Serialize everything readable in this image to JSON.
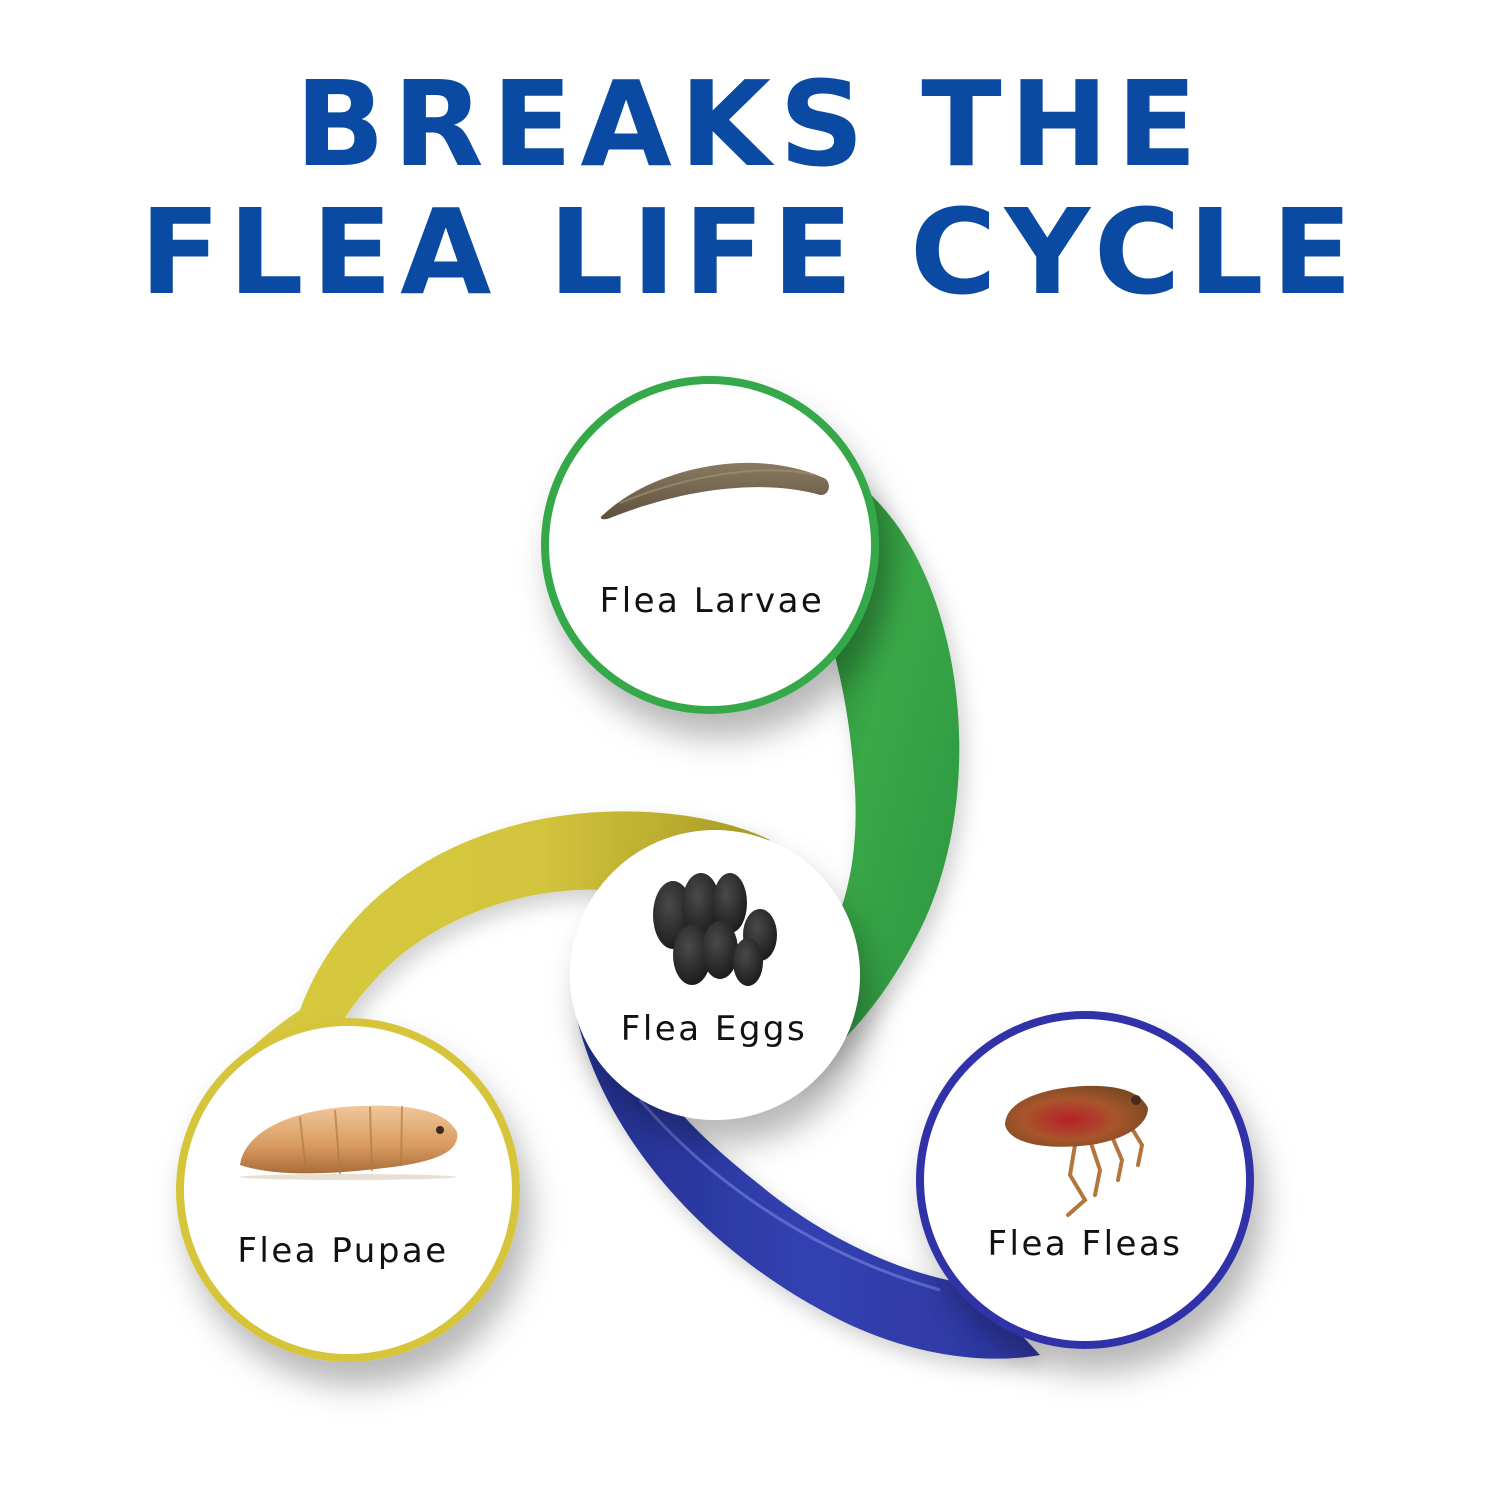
{
  "title": {
    "line1": "BREAKS THE",
    "line2": "FLEA LIFE CYCLE"
  },
  "stages": {
    "larvae": {
      "label": "Flea Larvae",
      "color": "#36a94a"
    },
    "eggs": {
      "label": "Flea Eggs",
      "color": "#ffffff"
    },
    "pupae": {
      "label": "Flea Pupae",
      "color": "#d6c53a"
    },
    "fleas": {
      "label": "Flea Fleas",
      "color": "#3333a8"
    }
  },
  "colors": {
    "title": "#0b4aa2",
    "green_arm": "#3aa847",
    "yellow_arm": "#d2c43c",
    "blue_arm": "#2f3aa6"
  }
}
